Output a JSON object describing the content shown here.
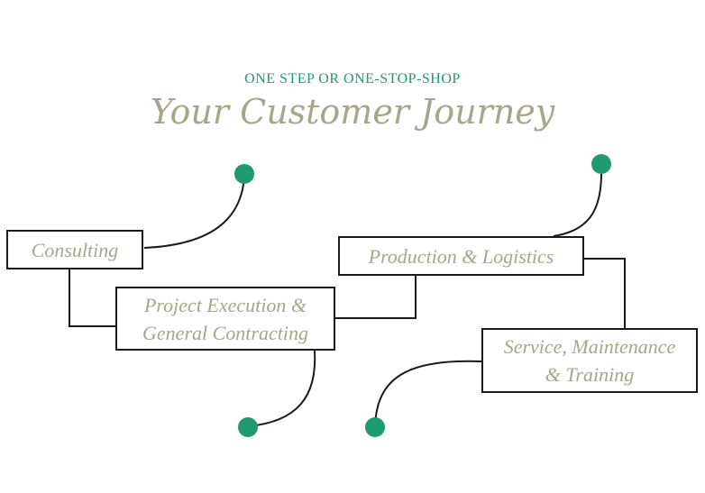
{
  "header": {
    "eyebrow": "ONE STEP OR ONE-STOP-SHOP",
    "title": "Your Customer Journey"
  },
  "colors": {
    "accent": "#1e9a73",
    "title_text": "#a8a58a",
    "line": "#1a1a1a"
  },
  "steps": [
    {
      "lines": [
        "Consulting"
      ]
    },
    {
      "lines": [
        "Project Execution &",
        "General Contracting"
      ]
    },
    {
      "lines": [
        "Production & Logistics"
      ]
    },
    {
      "lines": [
        "Service, Maintenance",
        "& Training"
      ]
    }
  ]
}
